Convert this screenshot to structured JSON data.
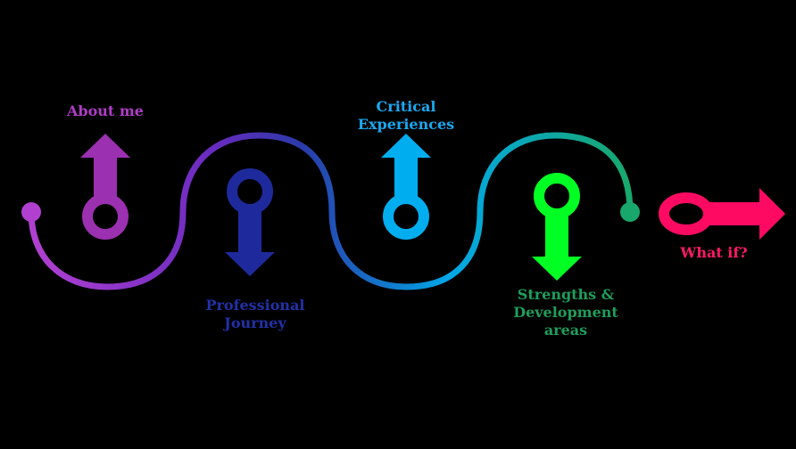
{
  "steps": [
    {
      "id": "about",
      "lines": [
        "About me"
      ],
      "color": "#9b30b0",
      "label_color": "#b03cc8"
    },
    {
      "id": "prof",
      "lines": [
        "Professional",
        "Journey"
      ],
      "color": "#1e2a9c",
      "label_color": "#2230a8"
    },
    {
      "id": "crit",
      "lines": [
        "Critical",
        "Experiences"
      ],
      "color": "#00aeef",
      "label_color": "#1aa8f0"
    },
    {
      "id": "strength",
      "lines": [
        "Strengths &",
        "Development",
        "areas"
      ],
      "color": "#00ff22",
      "label_color": "#1f9d5a"
    },
    {
      "id": "whatif",
      "lines": [
        "What if?"
      ],
      "color": "#ff0a63",
      "label_color": "#ff1a66"
    }
  ],
  "path_gradient": [
    "#b140d0",
    "#6a2bc0",
    "#2a3aa8",
    "#00a8e8",
    "#19a86c"
  ],
  "end_dot_colors": {
    "start": "#b140d0",
    "end": "#19a86c"
  }
}
